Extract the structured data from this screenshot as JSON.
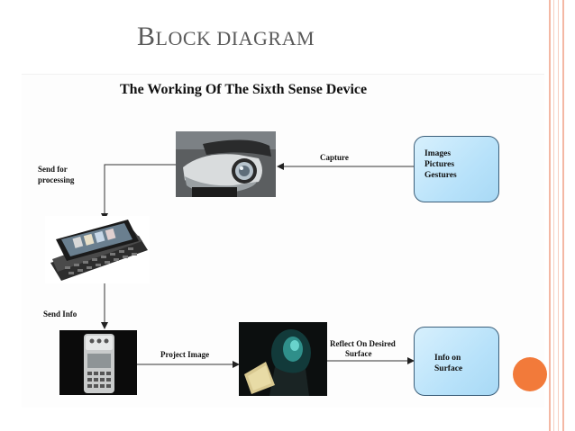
{
  "slide": {
    "title_first": "B",
    "title_rest": "LOCK DIAGRAM",
    "subtitle": "The Working Of The Sixth Sense Device"
  },
  "diagram": {
    "input_box": {
      "lines": [
        "Images",
        "Pictures",
        "Gestures"
      ]
    },
    "output_box": {
      "lines": [
        "Info on",
        "Surface"
      ]
    },
    "edge_labels": {
      "capture": "Capture",
      "send_processing": [
        "Send for",
        "processing"
      ],
      "send_info": "Send Info",
      "project_image": "Project Image",
      "reflect": [
        "Reflect On Desired",
        "Surface"
      ]
    }
  },
  "colors": {
    "box_fill": "#bfe5fb",
    "box_border": "#3c5f7a",
    "accent_orange": "#f27a3a",
    "border_pink": "#f4b8a4",
    "title_gray": "#5a5a5a"
  }
}
